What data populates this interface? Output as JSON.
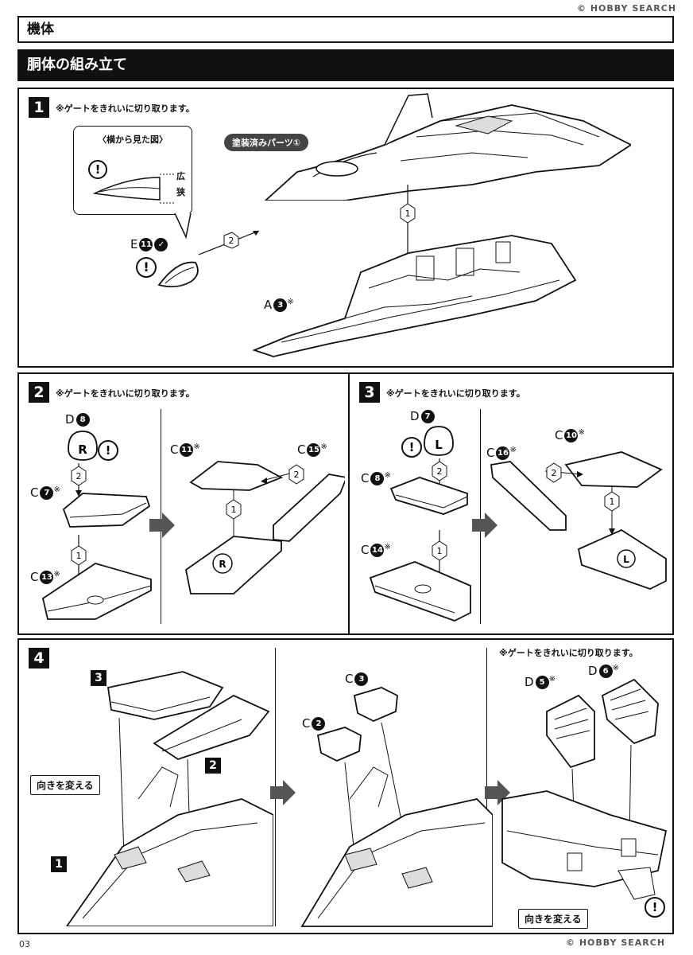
{
  "header": {
    "section": "機体",
    "subtitle": "胴体の組み立て"
  },
  "steps": {
    "s1": {
      "number": "1",
      "note": "※ゲートをきれいに切り取ります。",
      "sideview_title": "〈横から見た図〉",
      "wide": "広",
      "narrow": "狭",
      "badge": "塗装済みパーツ①",
      "partE": "E",
      "partE_num": "11",
      "partA": "A",
      "partA_num": "3",
      "star": "※",
      "order1": "1",
      "order2": "2"
    },
    "s2": {
      "number": "2",
      "note": "※ゲートをきれいに切り取ります。",
      "pD": "D",
      "pD_num": "8",
      "pC7": "C",
      "pC7_num": "7",
      "pC13": "C",
      "pC13_num": "13",
      "pC11": "C",
      "pC11_num": "11",
      "pC15": "C",
      "pC15_num": "15",
      "mark": "R",
      "order1": "1",
      "order2": "2",
      "star": "※"
    },
    "s3": {
      "number": "3",
      "note": "※ゲートをきれいに切り取ります。",
      "pD": "D",
      "pD_num": "7",
      "pC8": "C",
      "pC8_num": "8",
      "pC14": "C",
      "pC14_num": "14",
      "pC10": "C",
      "pC10_num": "10",
      "pC16": "C",
      "pC16_num": "16",
      "mark": "L",
      "order1": "1",
      "order2": "2",
      "star": "※"
    },
    "s4": {
      "number": "4",
      "note": "※ゲートをきれいに切り取ります。",
      "ref3": "3",
      "ref2": "2",
      "ref1": "1",
      "turn1": "向きを変える",
      "turn2": "向きを変える",
      "pC3": "C",
      "pC3_num": "3",
      "pC2": "C",
      "pC2_num": "2",
      "pD5": "D",
      "pD5_num": "5",
      "pD6": "D",
      "pD6_num": "6",
      "star": "※"
    }
  },
  "footer": {
    "page": "03",
    "watermark": "© HOBBY SEARCH"
  },
  "icons": [
    "exclamation-icon",
    "cement-icon",
    "next-arrow-icon"
  ]
}
